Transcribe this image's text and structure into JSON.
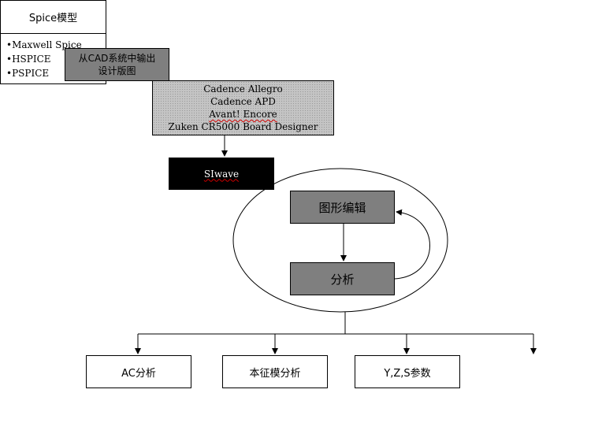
{
  "export_box": {
    "line1": "从CAD系统中输出",
    "line2": "设计版图"
  },
  "cad_tools": [
    "Cadence Allegro",
    "Cadence APD",
    "Avant! Encore",
    "Zuken CR5000 Board Designer"
  ],
  "siwave_label": "SIwave",
  "loop": {
    "edit_label": "图形编辑",
    "analysis_label": "分析"
  },
  "outputs": {
    "ac_label": "AC分析",
    "eigen_label": "本征模分析",
    "yzs_label": "Y,Z,S参数",
    "spice_title": "Spice模型",
    "spice_items": [
      "•Maxwell Spice",
      "•HSPICE",
      "•PSPICE"
    ]
  },
  "colors": {
    "gray_box": "#7f7f7f",
    "hatched_box": "#c4c4c4",
    "siwave_box": "#000000"
  }
}
